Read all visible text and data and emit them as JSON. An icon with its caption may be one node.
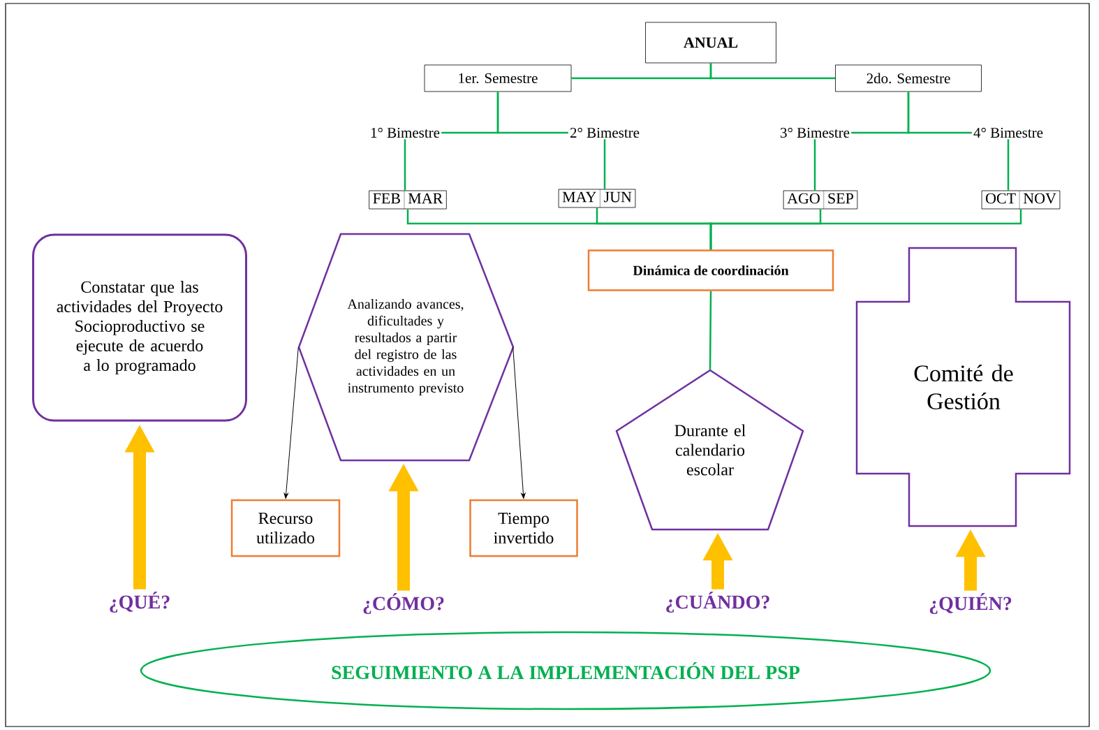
{
  "diagram": {
    "nodes": [
      {
        "text": [
          "ANUAL"
        ]
      },
      {
        "text": [
          "1er. Semestre"
        ]
      },
      {
        "text": [
          "2do. Semestre"
        ]
      },
      {
        "text": [
          "1° Bimestre"
        ]
      },
      {
        "text": [
          "2° Bimestre"
        ]
      },
      {
        "text": [
          "3° Bimestre"
        ]
      },
      {
        "text": [
          "4° Bimestre"
        ]
      },
      {
        "text": [
          "FEB",
          "MAR"
        ]
      },
      {
        "text": [
          "MAY",
          "JUN"
        ]
      },
      {
        "text": [
          "AGO",
          "SEP"
        ]
      },
      {
        "text": [
          "OCT",
          "NOV"
        ]
      },
      {
        "text": [
          "Dinámica de coordinación"
        ]
      },
      {
        "text": [
          "Constatar que las actividades del Proyecto Socioproductivo se ejecute de acuerdo a lo programado"
        ]
      },
      {
        "text": [
          "Analizando avances, dificultades y resultados a partir del registro de las actividades en un instrumento previsto"
        ]
      },
      {
        "text": [
          "Recurso utilizado"
        ]
      },
      {
        "text": [
          "Tiempo invertido"
        ]
      },
      {
        "text": [
          "Durante el calendario escolar"
        ]
      },
      {
        "text": [
          "Comité de Gestión"
        ]
      },
      {
        "text": [
          "¿QUÉ?"
        ]
      },
      {
        "text": [
          "¿CÓMO?"
        ]
      },
      {
        "text": [
          "¿CUÁNDO?"
        ]
      },
      {
        "text": [
          "¿QUIÉN?"
        ]
      },
      {
        "text": [
          "SEGUIMIENTO A LA IMPLEMENTACIÓN DEL PSP"
        ]
      }
    ],
    "edges": [
      {
        "from": 0,
        "to": 1,
        "arrow": "none"
      },
      {
        "from": 0,
        "to": 2,
        "arrow": "none"
      },
      {
        "from": 1,
        "to": 3,
        "arrow": "none"
      },
      {
        "from": 1,
        "to": 4,
        "arrow": "none"
      },
      {
        "from": 2,
        "to": 5,
        "arrow": "none"
      },
      {
        "from": 2,
        "to": 6,
        "arrow": "none"
      },
      {
        "from": 3,
        "to": 7,
        "arrow": "none"
      },
      {
        "from": 4,
        "to": 8,
        "arrow": "none"
      },
      {
        "from": 5,
        "to": 9,
        "arrow": "none"
      },
      {
        "from": 6,
        "to": 10,
        "arrow": "none"
      },
      {
        "from": 7,
        "to": 11,
        "arrow": "none"
      },
      {
        "from": 8,
        "to": 11,
        "arrow": "none"
      },
      {
        "from": 9,
        "to": 11,
        "arrow": "none"
      },
      {
        "from": 10,
        "to": 11,
        "arrow": "none"
      },
      {
        "from": 11,
        "to": 16,
        "arrow": "none"
      },
      {
        "from": 13,
        "to": 14,
        "arrow": "to",
        "color": "#000000"
      },
      {
        "from": 13,
        "to": 15,
        "arrow": "to",
        "color": "#000000"
      },
      {
        "from": 18,
        "to": 12,
        "arrow": "to",
        "style": "thick",
        "color": "#ffc000"
      },
      {
        "from": 19,
        "to": 13,
        "arrow": "to",
        "style": "thick",
        "color": "#ffc000"
      },
      {
        "from": 20,
        "to": 16,
        "arrow": "to",
        "style": "thick",
        "color": "#ffc000"
      },
      {
        "from": 21,
        "to": 17,
        "arrow": "to",
        "style": "thick",
        "color": "#ffc000"
      }
    ]
  }
}
